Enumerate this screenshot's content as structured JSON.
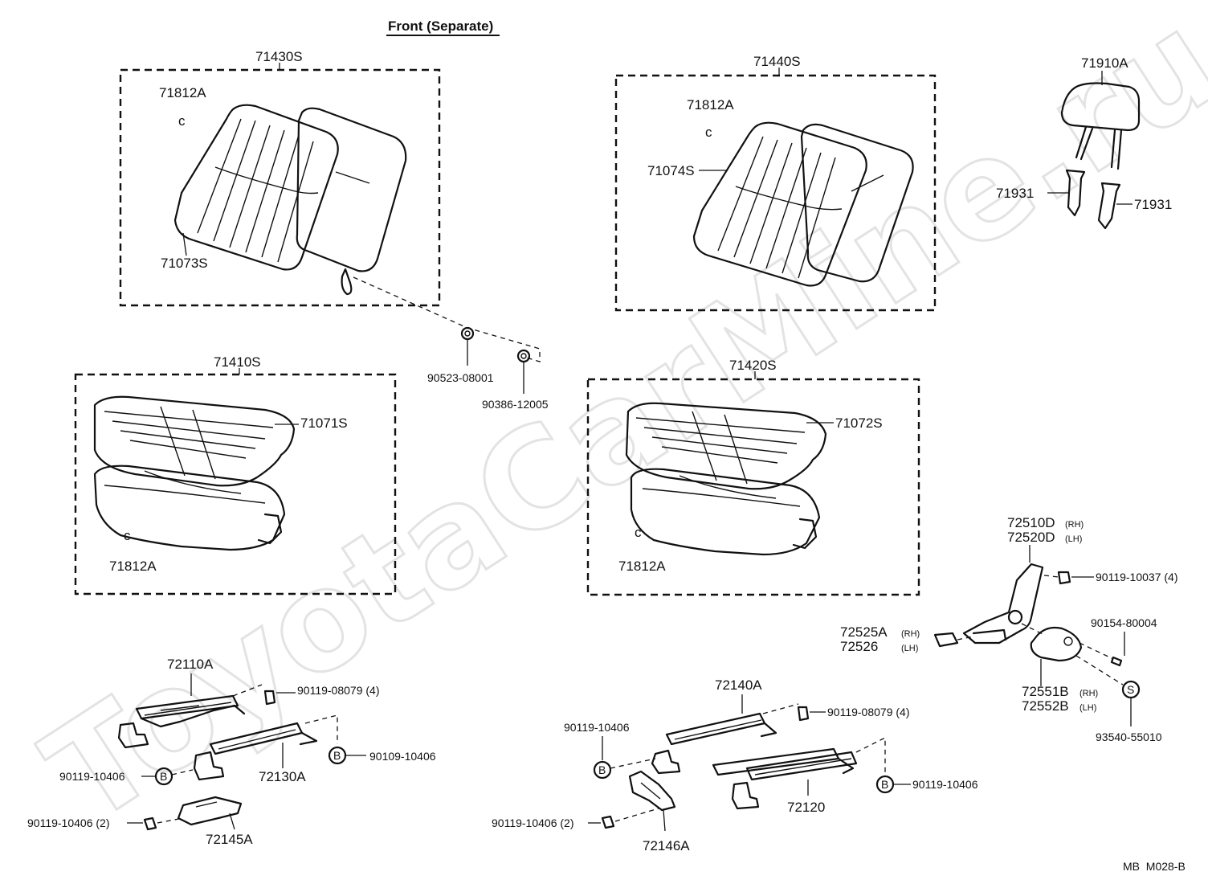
{
  "title": "Front (Separate)",
  "diagram_code": "MB  M028-B",
  "watermark": "ToyotaCarMine.ru",
  "assemblies": {
    "rh_back": "71430S",
    "lh_back": "71440S",
    "rh_cushion": "71410S",
    "lh_cushion": "71420S"
  },
  "labels": {
    "clip_rb": "71812A",
    "cover_rb": "71073S",
    "clip_lb": "71812A",
    "cover_lb": "71074S",
    "headrest": "71910A",
    "support_l": "71931",
    "support_r": "71931",
    "nut": "90523-08001",
    "nut2": "90386-12005",
    "cover_rc": "71071S",
    "clip_rc": "71812A",
    "cover_lc": "71072S",
    "clip_lc": "71812A",
    "recliner_rh": "72510D",
    "recliner_lh": "72520D",
    "rh_tag": "(RH)",
    "lh_tag": "(LH)",
    "bolt_4": "90119-10037 (4)",
    "knob_rh": "72525A",
    "knob_lh": "72526",
    "screw": "90154-80004",
    "cover_rh": "72551B",
    "cover_lh": "72552B",
    "clip_s": "93540-55010",
    "adj_r1": "72110A",
    "bolt_r1": "90119-08079 (4)",
    "bolt_b1": "90109-10406",
    "adj_r2": "72130A",
    "bolt_b2": "90119-10406",
    "bolt_r3": "90119-10406 (2)",
    "bracket_r": "72145A",
    "adj_l1": "72140A",
    "bolt_l1": "90119-08079 (4)",
    "bolt_l2": "90119-10406",
    "bolt_l3": "90119-10406",
    "adj_l2": "72120",
    "bolt_l4": "90119-10406 (2)",
    "bracket_l": "72146A",
    "mark_b": "B",
    "mark_s": "S"
  }
}
